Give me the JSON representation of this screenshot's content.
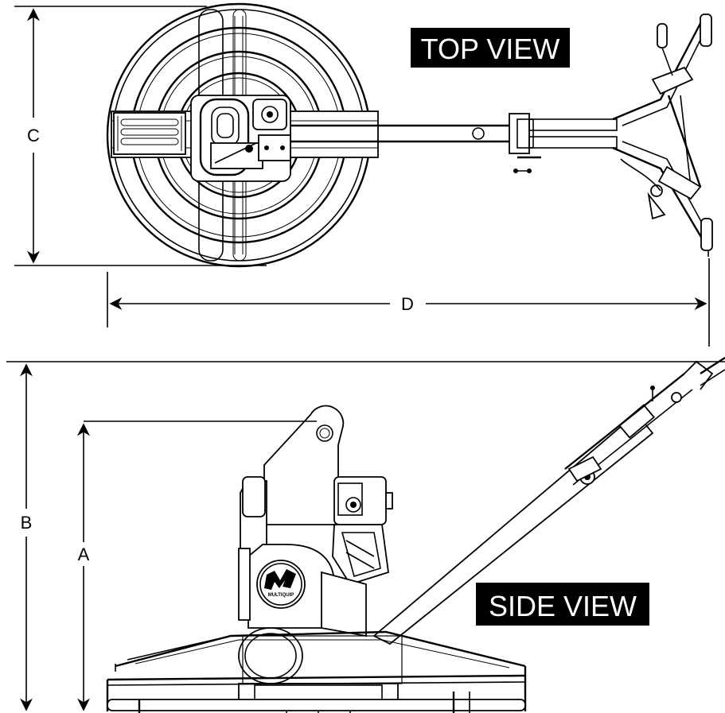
{
  "labels": {
    "top_view": "TOP VIEW",
    "side_view": "SIDE VIEW",
    "logo_text": "MULTIQUIP"
  },
  "dimensions": {
    "a": "A",
    "b": "B",
    "c": "C",
    "d": "D"
  },
  "colors": {
    "line": "#000000",
    "background": "#ffffff",
    "label_bg": "#000000",
    "label_text": "#ffffff"
  }
}
